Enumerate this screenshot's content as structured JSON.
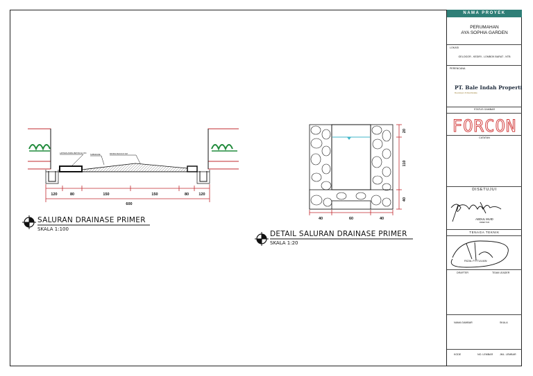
{
  "title_block": {
    "header": "NAMA PROYEK",
    "project_line1": "PERUMAHAN",
    "project_line2": "AYA SOPHIA GARDEN",
    "location_label": "LOKASI",
    "location_value": "GELOGOR - KEDIRI - LOMBOK BARAT - NTB",
    "planner_label": "PERENCANA",
    "company_name": "PT. Bale Indah Properti",
    "company_tagline": "Developer & Real Estate",
    "status_label": "STATUS GAMBAR",
    "status_value": "FORCON",
    "notes_label": "CATATAN",
    "approved_label": "DISETUJUI",
    "approver_name": "ABDUL MUID",
    "approver_role": "DIREKTUR",
    "engineer_label": "TENAGA TEKNIK",
    "engineer_name": "RIZAL FITTULIAN",
    "drafter_label": "DRAFTER",
    "team_leader_label": "TEAM LEADER",
    "drawing_name_label": "NAMA GAMBAR",
    "scale_label": "SKALA",
    "code_label": "KODE",
    "sheet_no_label": "NO. LEMBAR",
    "sheet_count_label": "JML. LEMBAR"
  },
  "colors": {
    "header_bg": "#2f7f77",
    "brand_red": "#d23b3b",
    "dimension_red": "#c0282d",
    "grass_green": "#1f8a3a",
    "water_cyan": "#3fb6c9"
  },
  "drawing_1": {
    "title": "SALURAN DRAINASE PRIMER",
    "scale": "SKALA 1:100",
    "annotations": [
      "LAPISAN ASPAL BETON AC-WC",
      "SUBGRADE",
      "PAVING BLOCK 8 CM"
    ],
    "dimensions": [
      "120",
      "80",
      "150",
      "150",
      "80",
      "120"
    ],
    "total_dimension": "600"
  },
  "drawing_2": {
    "title": "DETAIL SALURAN DRAINASE PRIMER",
    "scale": "SKALA 1:20",
    "width_dimensions": [
      "40",
      "60",
      "40"
    ],
    "height_dimensions": [
      "20",
      "110",
      "40"
    ]
  }
}
